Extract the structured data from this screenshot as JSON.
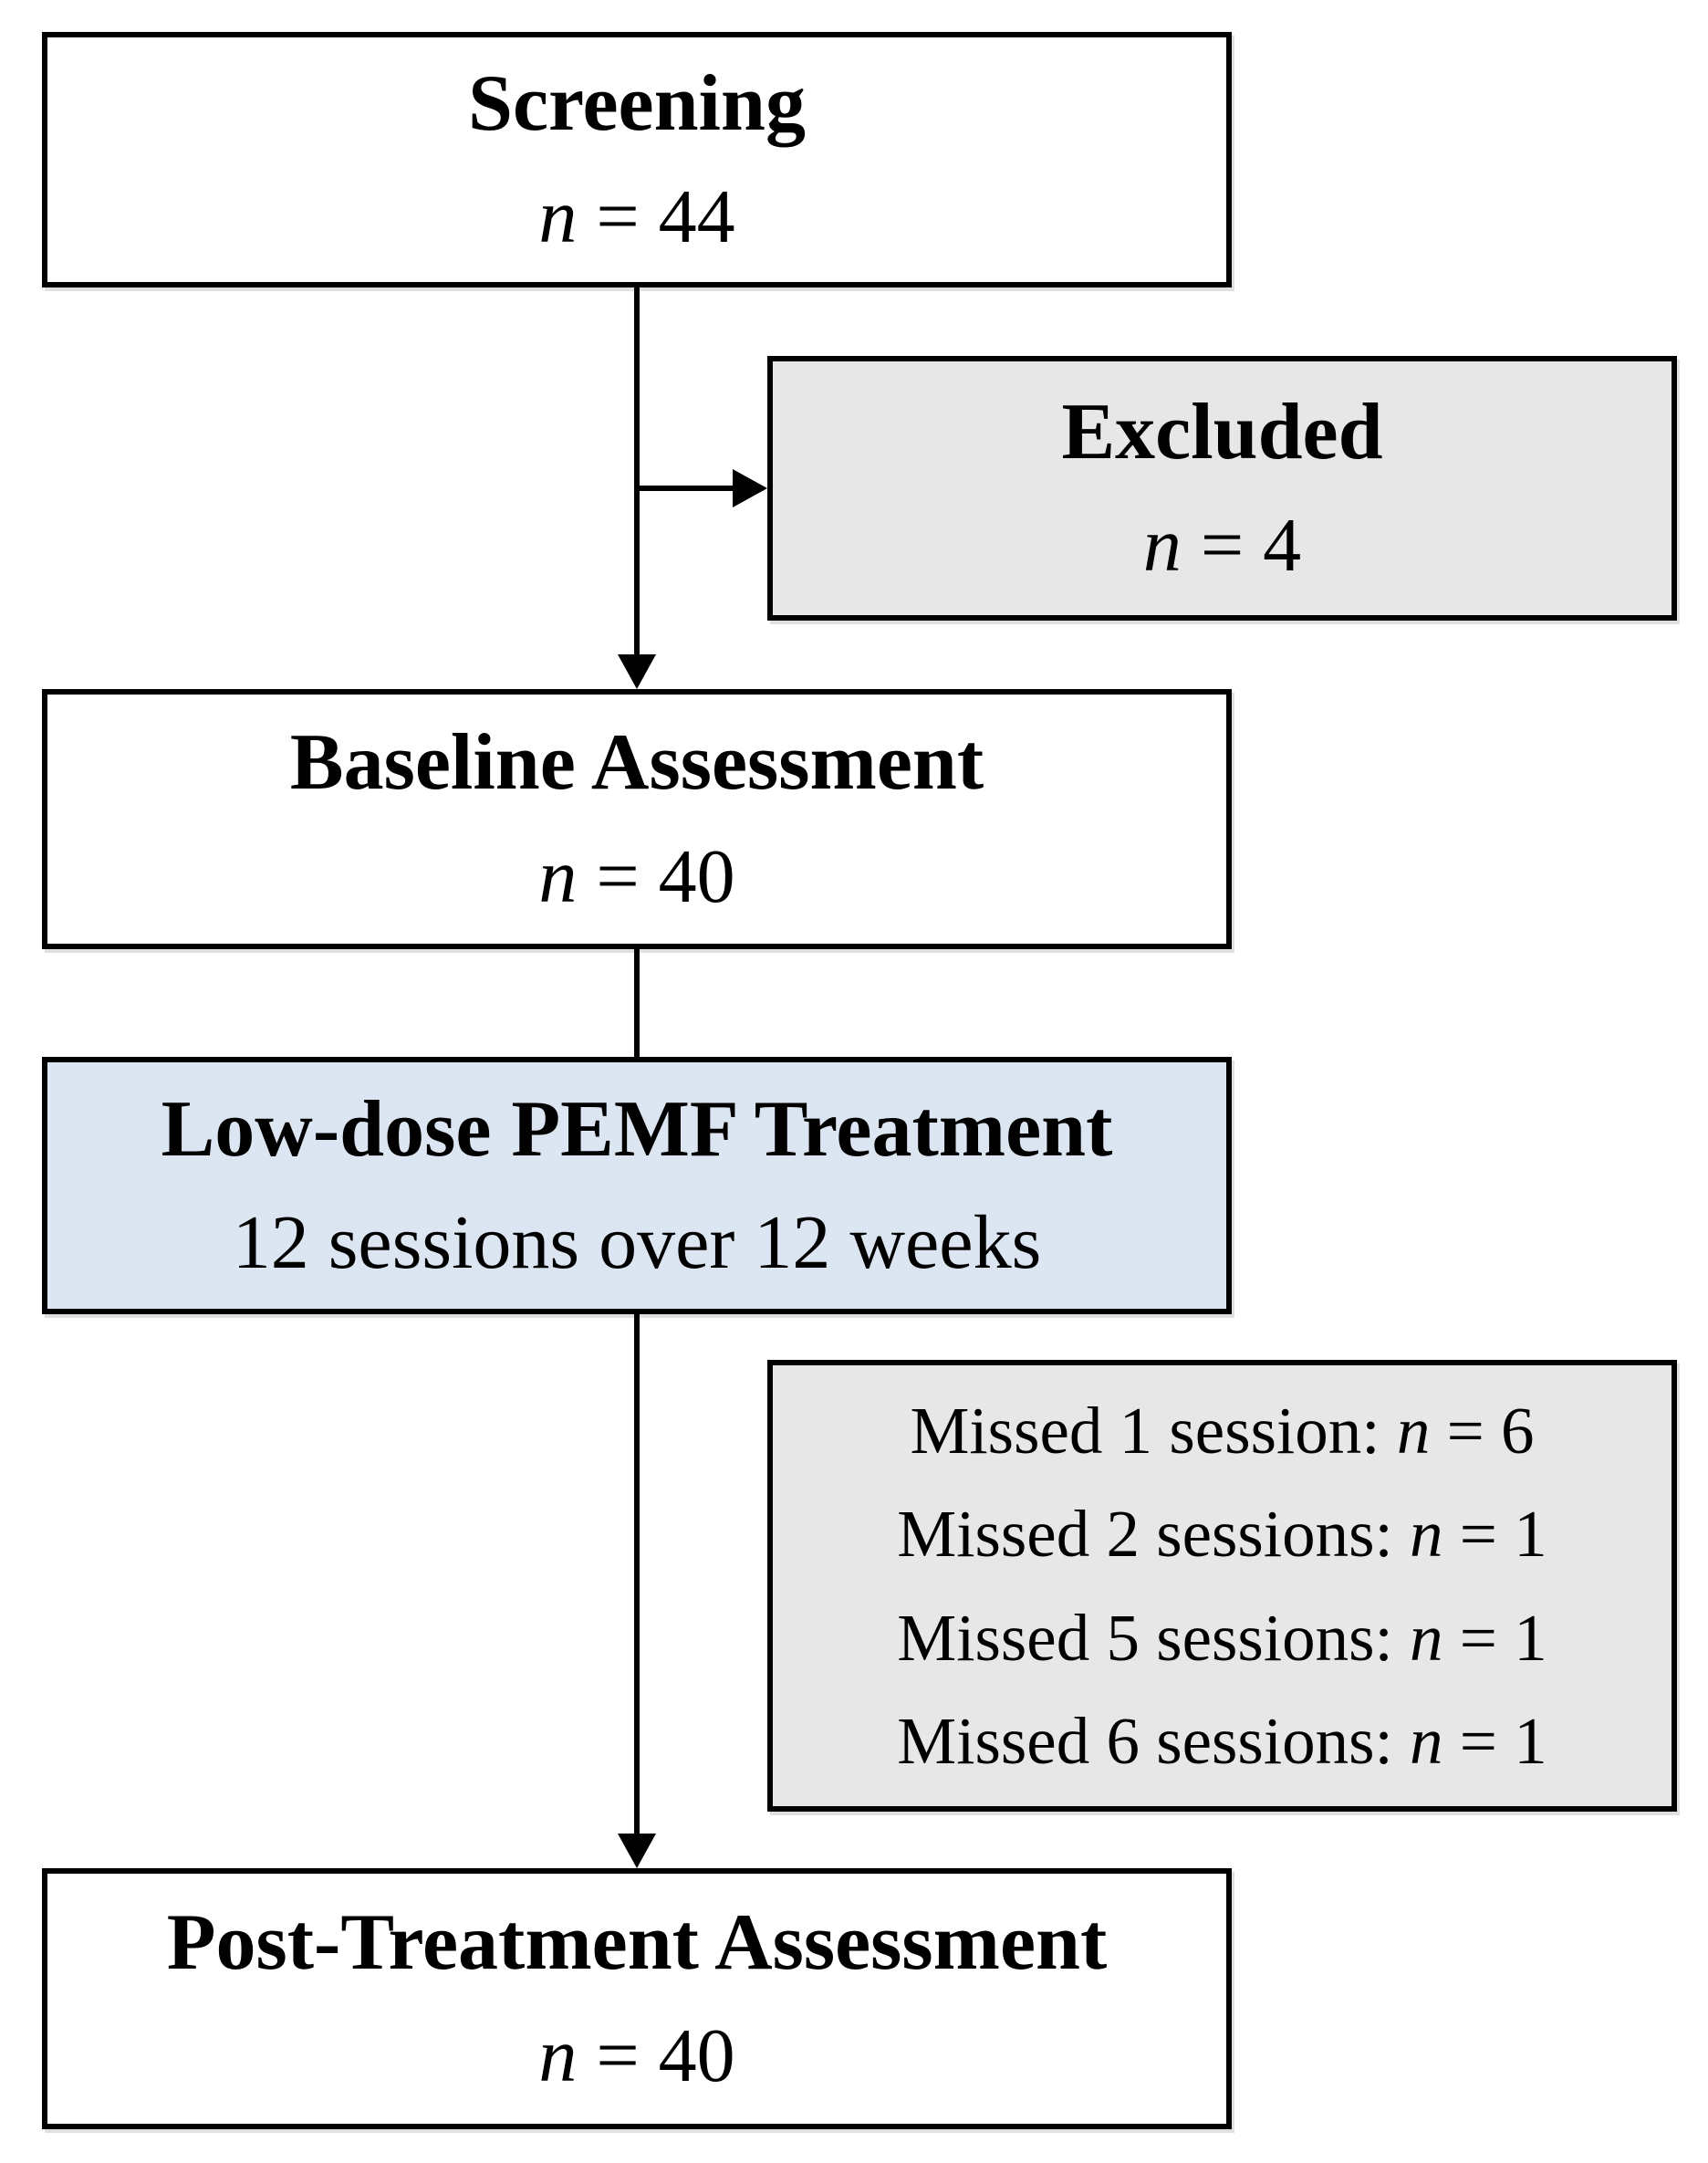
{
  "boxes": {
    "screening": {
      "title": "Screening",
      "n_symbol": "n",
      "n_value": " = 44"
    },
    "excluded": {
      "title": "Excluded",
      "n_symbol": "n",
      "n_value": " = 4"
    },
    "baseline": {
      "title": "Baseline Assessment",
      "n_symbol": "n",
      "n_value": " = 40"
    },
    "treatment": {
      "title": "Low-dose PEMF Treatment",
      "subtitle": "12 sessions over 12 weeks"
    },
    "missed": {
      "lines": [
        {
          "label": "Missed 1 session: ",
          "n_symbol": "n",
          "n_value": " = 6"
        },
        {
          "label": "Missed 2 sessions: ",
          "n_symbol": "n",
          "n_value": " = 1"
        },
        {
          "label": "Missed 5 sessions: ",
          "n_symbol": "n",
          "n_value": " = 1"
        },
        {
          "label": "Missed 6 sessions: ",
          "n_symbol": "n",
          "n_value": " = 1"
        }
      ]
    },
    "post": {
      "title": "Post-Treatment Assessment",
      "n_symbol": "n",
      "n_value": " = 40"
    }
  },
  "colors": {
    "background": "#ffffff",
    "border": "#000000",
    "line": "#000000",
    "text": "#000000",
    "default_fill": "#ffffff",
    "excluded_fill": "#e7e7e7",
    "missed_fill": "#e7e7e7",
    "treatment_fill": "#dce6f2"
  }
}
